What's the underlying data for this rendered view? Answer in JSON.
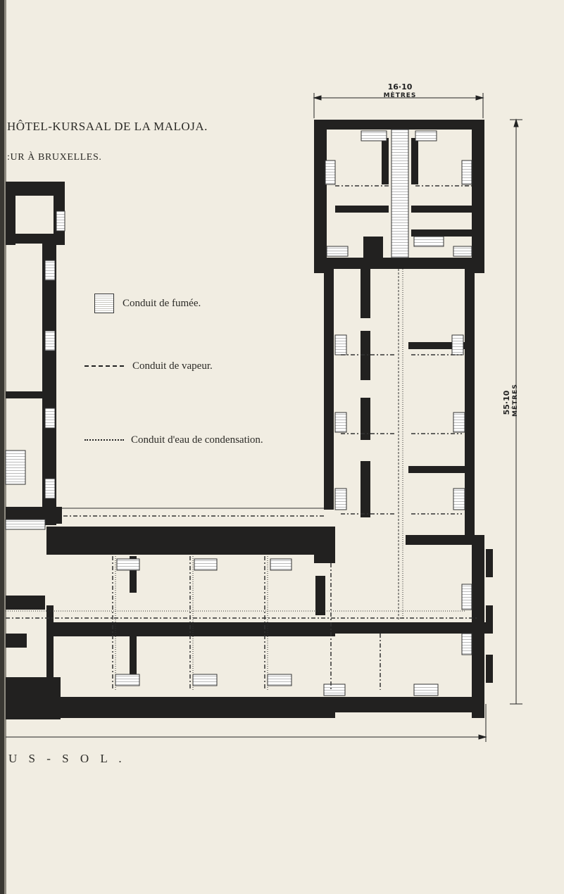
{
  "header": {
    "title": "HÔTEL-KURSAAL DE LA MALOJA.",
    "subtitle": ":UR À BRUXELLES."
  },
  "caption": "U S - S O L .",
  "dimensions": {
    "width_value": "16·10",
    "width_unit": "MÈTRES",
    "height_value": "55·10",
    "height_unit": "MÈTRES"
  },
  "legend": {
    "smoke": "Conduit de fumée.",
    "steam": "Conduit de vapeur.",
    "condensation": "Conduit d'eau de condensation."
  },
  "colors": {
    "paper": "#f1ede2",
    "ink": "#2b2a26",
    "wall": "#222120",
    "room": "#efebe0"
  }
}
